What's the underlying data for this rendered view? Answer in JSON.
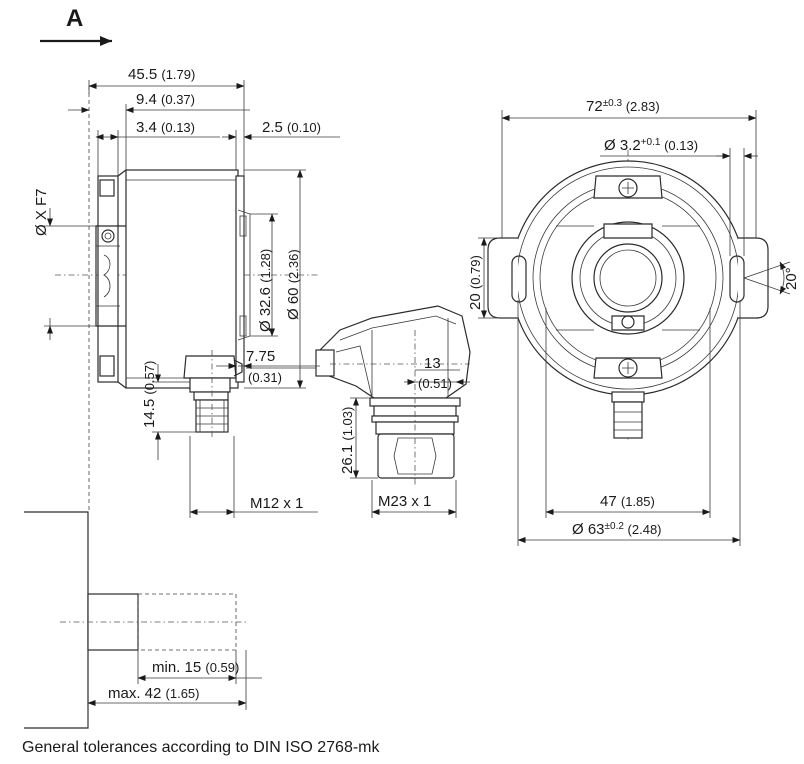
{
  "view_label": "A",
  "dims": {
    "d45_main": "45.5",
    "d45_sub": "(1.79)",
    "d9_main": "9.4",
    "d9_sub": "(0.37)",
    "d3_main": "3.4",
    "d3_sub": "(0.13)",
    "d25_main": "2.5",
    "d25_sub": "(0.10)",
    "dxf7": "Ø X F7",
    "d326_main": "Ø 32.6",
    "d326_sub": "(1.28)",
    "d60_main": "Ø 60",
    "d60_sub": "(2.36)",
    "d775_main": "7.75",
    "d775_sub": "(0.31)",
    "d145_main": "14.5",
    "d145_sub": "(0.57)",
    "dm12": "M12 x 1",
    "d13_main": "13",
    "d13_sub": "(0.51)",
    "d261_main": "26.1",
    "d261_sub": "(1.03)",
    "dm23": "M23 x 1",
    "d72_main": "72",
    "d72_tol": "±0.3",
    "d72_sub": "(2.83)",
    "d32_main": "Ø 3.2",
    "d32_tol": "+0.1",
    "d32_sub": "(0.13)",
    "d20_main": "20",
    "d20_sub": "(0.79)",
    "d20deg": "20°",
    "d47_main": "47",
    "d47_sub": "(1.85)",
    "d63_main": "Ø 63",
    "d63_tol": "±0.2",
    "d63_sub": "(2.48)",
    "dmin15_main": "min. 15",
    "dmin15_sub": "(0.59)",
    "dmax42_main": "max. 42",
    "dmax42_sub": "(1.65)"
  },
  "footer_note": "General tolerances according to DIN ISO 2768-mk"
}
